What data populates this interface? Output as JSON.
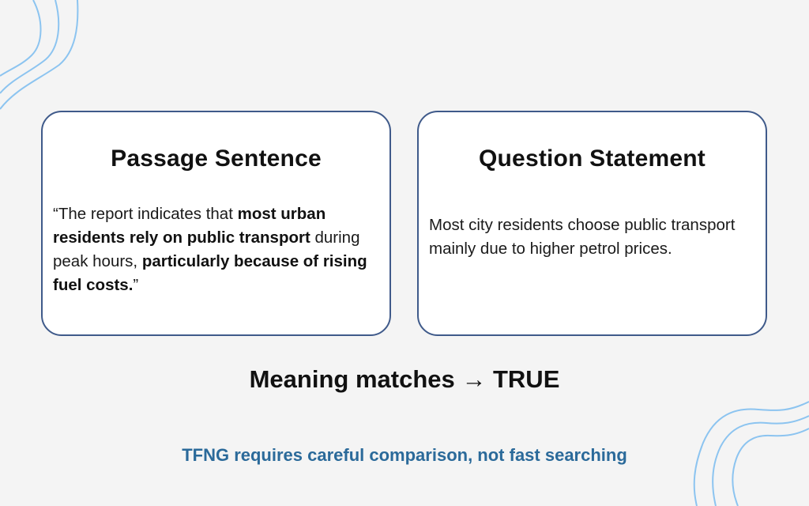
{
  "colors": {
    "background": "#f4f4f4",
    "card_border": "#3f5a8a",
    "decor_lines": "#8cc4f0",
    "tagline": "#2b6a9a"
  },
  "cards": [
    {
      "title": "Passage Sentence",
      "body_segments": [
        {
          "text": "“The report indicates that ",
          "bold": false
        },
        {
          "text": "most urban residents rely on public transport",
          "bold": true
        },
        {
          "text": " during peak hours, ",
          "bold": false
        },
        {
          "text": "particularly because of rising fuel costs.",
          "bold": true
        },
        {
          "text": "”",
          "bold": false
        }
      ]
    },
    {
      "title": "Question Statement",
      "body": "Most city residents choose public transport mainly due to higher petrol prices."
    }
  ],
  "verdict": {
    "label": "Meaning matches",
    "arrow": "→",
    "result": "TRUE"
  },
  "tagline": "TFNG requires careful comparison, not fast searching"
}
